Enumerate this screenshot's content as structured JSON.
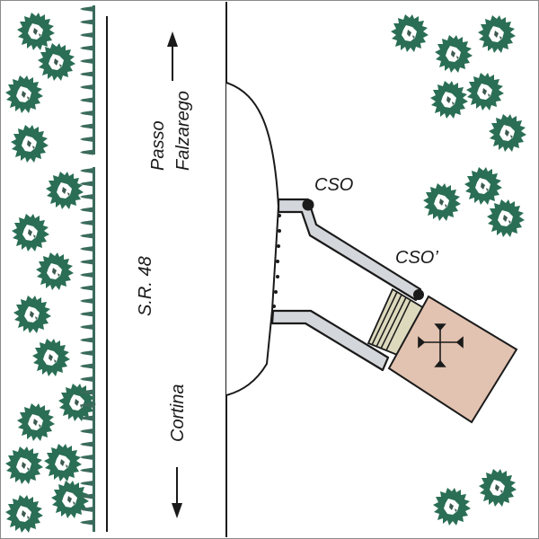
{
  "diagram": {
    "type": "site-plan",
    "road": {
      "name": "S.R. 48",
      "direction_north": "Passo Falzarego",
      "direction_north_line1": "Passo",
      "direction_north_line2": "Falzarego",
      "direction_south": "Cortina"
    },
    "points": [
      {
        "id": "cso",
        "label": "CSO"
      },
      {
        "id": "cso-prime",
        "label": "CSO’"
      }
    ],
    "features": {
      "overflow_structure": "combined sewer overflow chamber",
      "treatment_tank": "tank with cross symbol",
      "hedge": "roadside hedge",
      "trees": "tree clusters"
    },
    "colors": {
      "tree_green": "#1e6b52",
      "tree_dark": "#3d5a50",
      "pipe_fill": "#d3d6da",
      "tank_fill": "#e2c2b0",
      "screen_fill": "#dcd9bd",
      "line": "#1a1a1a",
      "border": "#8a8a8a"
    }
  }
}
